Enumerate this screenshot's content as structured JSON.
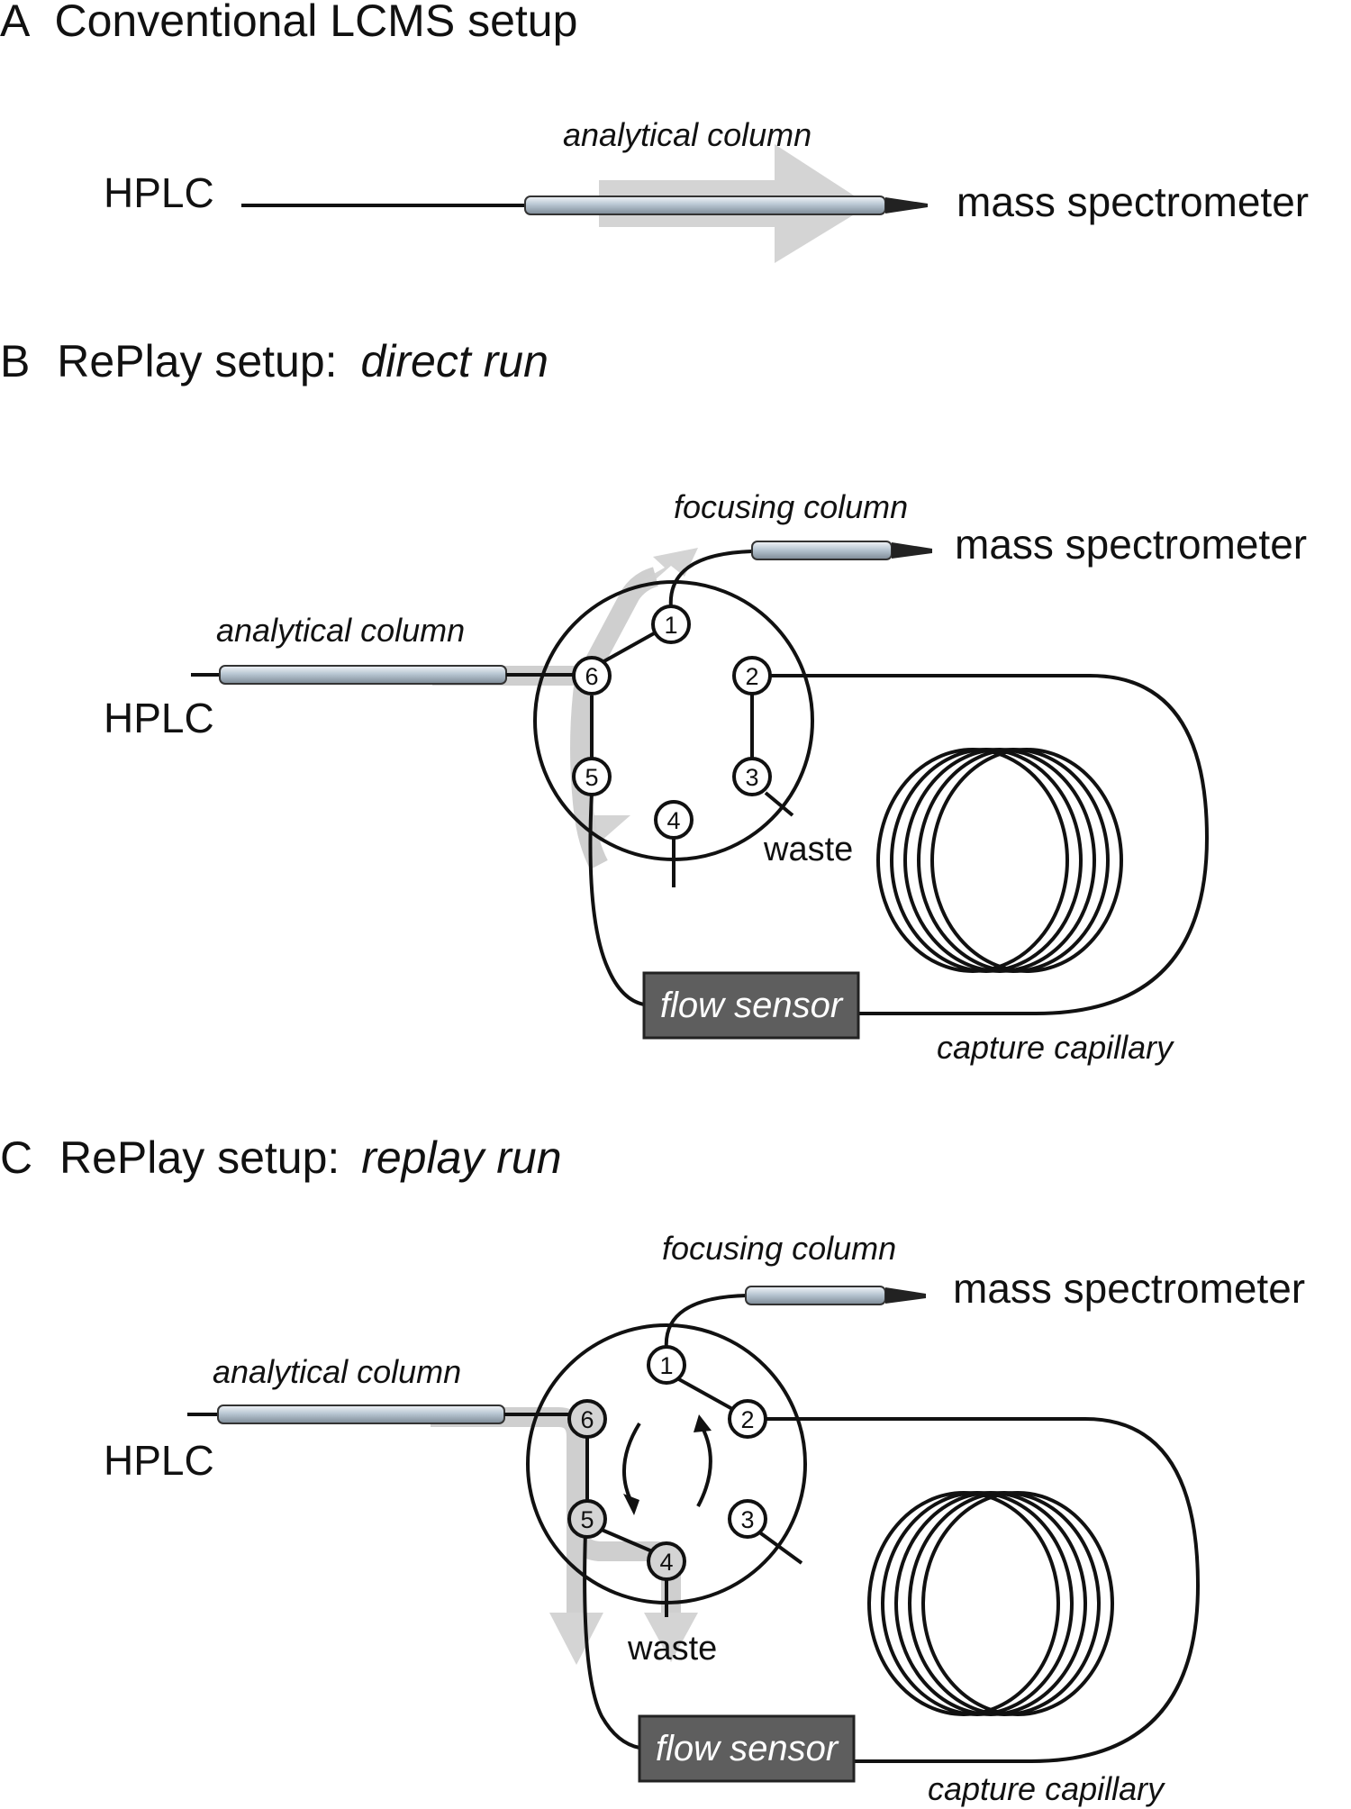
{
  "panels": {
    "a": {
      "letter": "A",
      "title": "Conventional LCMS setup",
      "hplc": "HPLC",
      "column_label": "analytical column",
      "ms_label": "mass spectrometer"
    },
    "b": {
      "letter": "B",
      "title_plain": "RePlay setup:",
      "title_italic": "direct run",
      "hplc": "HPLC",
      "analytical_label": "analytical column",
      "focusing_label": "focusing column",
      "ms_label": "mass spectrometer",
      "waste_label": "waste",
      "sensor_label": "flow sensor",
      "capillary_label": "capture capillary",
      "ports": [
        "1",
        "2",
        "3",
        "4",
        "5",
        "6"
      ]
    },
    "c": {
      "letter": "C",
      "title_plain": "RePlay setup:",
      "title_italic": "replay run",
      "hplc": "HPLC",
      "analytical_label": "analytical column",
      "focusing_label": "focusing column",
      "ms_label": "mass spectrometer",
      "waste_label": "waste",
      "sensor_label": "flow sensor",
      "capillary_label": "capture capillary",
      "ports": [
        "1",
        "2",
        "3",
        "4",
        "5",
        "6"
      ]
    }
  },
  "colors": {
    "line": "#111111",
    "flow_arrow": "#cfcfcf",
    "sensor_box": "#5e5e5e",
    "column_metal": "#b9c7d3"
  }
}
